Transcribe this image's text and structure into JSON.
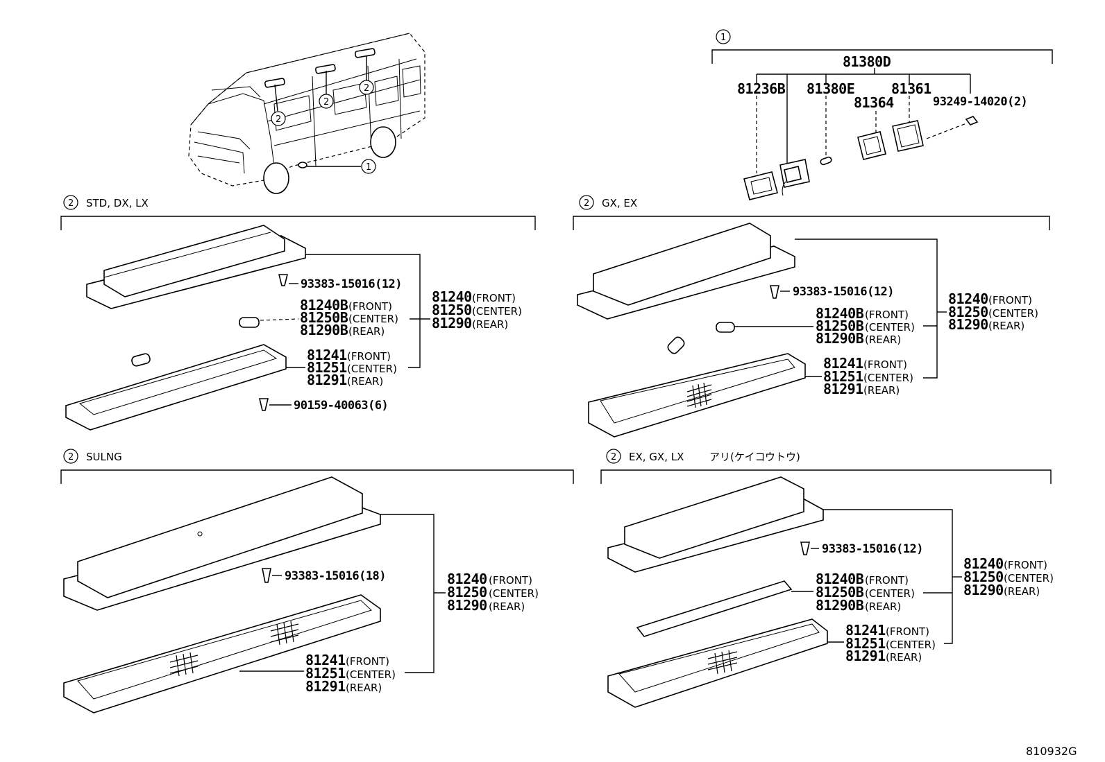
{
  "drawing_id": "810932G",
  "callouts": {
    "one": "1",
    "two": "2"
  },
  "sections": {
    "top_right": {
      "assembly": "81380D",
      "parts": [
        "81236B",
        "81380E",
        "81364",
        "81361",
        "93249-14020(2)"
      ]
    },
    "std": {
      "header": "STD, DX, LX",
      "screw1": "93383-15016(12)",
      "screw2": "90159-40063(6)",
      "lamp": [
        {
          "pn": "81240",
          "sfx": "(FRONT)"
        },
        {
          "pn": "81250",
          "sfx": "(CENTER)"
        },
        {
          "pn": "81290",
          "sfx": "(REAR)"
        }
      ],
      "bulb": [
        {
          "pn": "81240B",
          "sfx": "(FRONT)"
        },
        {
          "pn": "81250B",
          "sfx": "(CENTER)"
        },
        {
          "pn": "81290B",
          "sfx": "(REAR)"
        }
      ],
      "lens": [
        {
          "pn": "81241",
          "sfx": "(FRONT)"
        },
        {
          "pn": "81251",
          "sfx": "(CENTER)"
        },
        {
          "pn": "81291",
          "sfx": "(REAR)"
        }
      ]
    },
    "gx": {
      "header": "GX, EX",
      "screw1": "93383-15016(12)",
      "lamp": [
        {
          "pn": "81240",
          "sfx": "(FRONT)"
        },
        {
          "pn": "81250",
          "sfx": "(CENTER)"
        },
        {
          "pn": "81290",
          "sfx": "(REAR)"
        }
      ],
      "bulb": [
        {
          "pn": "81240B",
          "sfx": "(FRONT)"
        },
        {
          "pn": "81250B",
          "sfx": "(CENTER)"
        },
        {
          "pn": "81290B",
          "sfx": "(REAR)"
        }
      ],
      "lens": [
        {
          "pn": "81241",
          "sfx": "(FRONT)"
        },
        {
          "pn": "81251",
          "sfx": "(CENTER)"
        },
        {
          "pn": "81291",
          "sfx": "(REAR)"
        }
      ]
    },
    "sulng": {
      "header": "SULNG",
      "screw1": "93383-15016(18)",
      "lamp": [
        {
          "pn": "81240",
          "sfx": "(FRONT)"
        },
        {
          "pn": "81250",
          "sfx": "(CENTER)"
        },
        {
          "pn": "81290",
          "sfx": "(REAR)"
        }
      ],
      "lens": [
        {
          "pn": "81241",
          "sfx": "(FRONT)"
        },
        {
          "pn": "81251",
          "sfx": "(CENTER)"
        },
        {
          "pn": "81291",
          "sfx": "(REAR)"
        }
      ]
    },
    "ex": {
      "header": "EX, GX, LX",
      "header_note": "アリ(ケイコウトウ)",
      "screw1": "93383-15016(12)",
      "lamp": [
        {
          "pn": "81240",
          "sfx": "(FRONT)"
        },
        {
          "pn": "81250",
          "sfx": "(CENTER)"
        },
        {
          "pn": "81290",
          "sfx": "(REAR)"
        }
      ],
      "bulb": [
        {
          "pn": "81240B",
          "sfx": "(FRONT)"
        },
        {
          "pn": "81250B",
          "sfx": "(CENTER)"
        },
        {
          "pn": "81290B",
          "sfx": "(REAR)"
        }
      ],
      "lens": [
        {
          "pn": "81241",
          "sfx": "(FRONT)"
        },
        {
          "pn": "81251",
          "sfx": "(CENTER)"
        },
        {
          "pn": "81291",
          "sfx": "(REAR)"
        }
      ]
    }
  }
}
